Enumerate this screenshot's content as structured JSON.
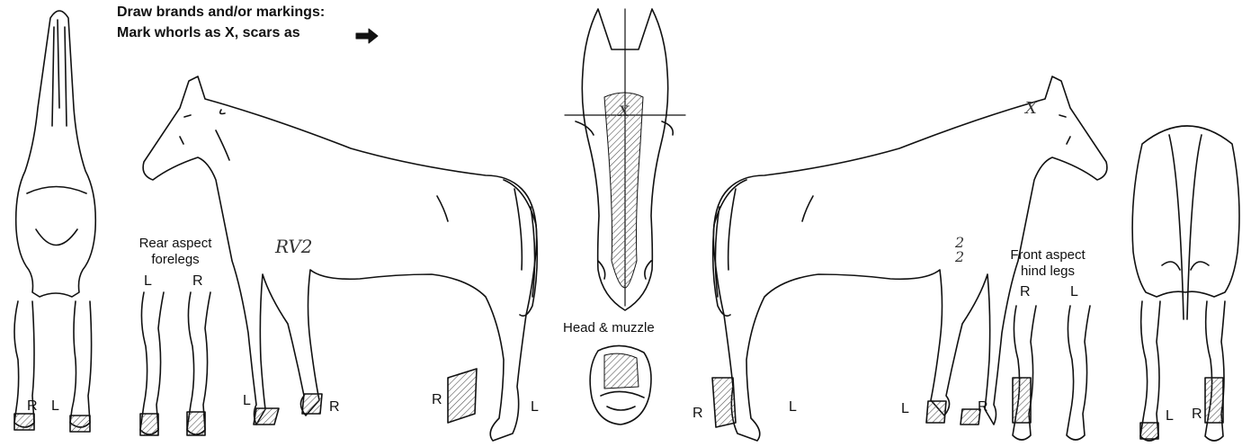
{
  "header": {
    "line1": "Draw brands and/or markings:",
    "line2": "Mark whorls as X, scars as"
  },
  "labels": {
    "rear_forelegs": "Rear aspect\nforelegs",
    "front_hindlegs": "Front aspect\nhind legs",
    "head_muzzle": "Head & muzzle"
  },
  "leg_letters": {
    "front_view": [
      "R",
      "L"
    ],
    "rear_forelegs_top": [
      "L",
      "R"
    ],
    "left_side": [
      "L",
      "R",
      "R",
      "L"
    ],
    "right_side": [
      "R",
      "L",
      "L",
      "R"
    ],
    "front_hindlegs_top": [
      "R",
      "L"
    ],
    "rear_view": [
      "L",
      "R"
    ]
  },
  "annotations": {
    "left_side_handwriting": "RV2",
    "right_side_handwriting": "2\n2",
    "head_whorl": "X",
    "right_side_whorl": "X"
  },
  "colors": {
    "ink": "#111111",
    "background": "#ffffff"
  }
}
